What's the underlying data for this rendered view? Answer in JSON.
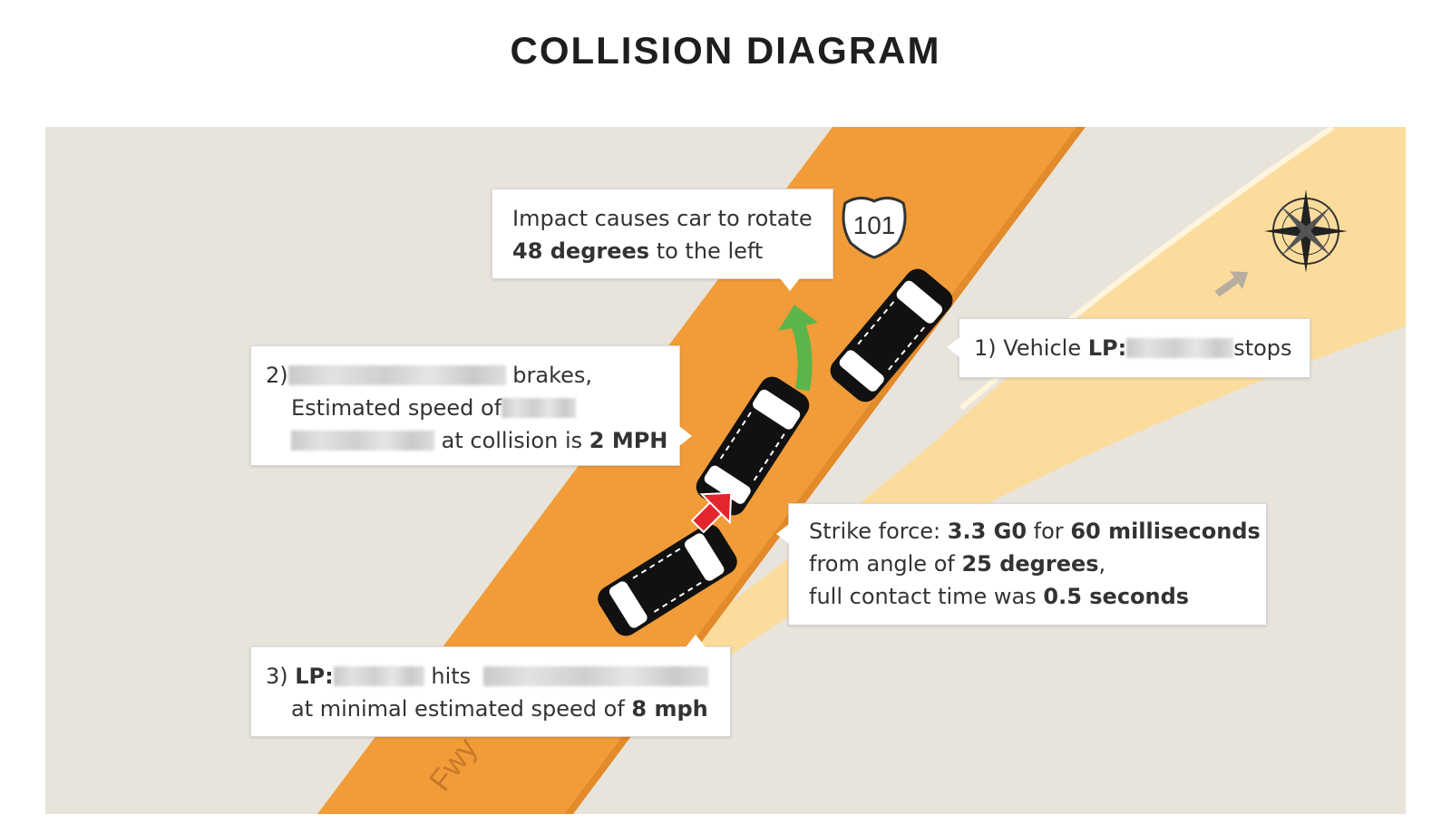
{
  "title": "COLLISION DIAGRAM",
  "map": {
    "highway_shield": "101",
    "road_label": "Fwy",
    "compass": "compass-rose-icon",
    "colors": {
      "land": "#e8e4dc",
      "freeway": "#f19c38",
      "secondary_road": "#fbdc9c",
      "vehicle": "#111111",
      "impact_arrow": "#e3262f",
      "rotation_arrow": "#5cb54a"
    }
  },
  "callouts": {
    "rotate": {
      "line1": "Impact causes car to rotate",
      "bold": "48 degrees",
      "rest": " to the left"
    },
    "vehicle1": {
      "prefix": "1) Vehicle ",
      "lp": "LP:",
      "suffix": "stops"
    },
    "vehicle2": {
      "prefix": "2)",
      "brakes": " brakes,",
      "speed_prefix": "Estimated speed of",
      "collision_text": " at collision is ",
      "speed": "2 MPH"
    },
    "strike": {
      "prefix": "Strike force: ",
      "force": "3.3 G0",
      "for_text": " for ",
      "duration": "60 milliseconds",
      "angle_prefix": "from angle of ",
      "angle": "25 degrees",
      "comma": ",",
      "contact_prefix": "full contact time was ",
      "contact": "0.5 seconds"
    },
    "vehicle3": {
      "prefix": "3) ",
      "lp": "LP:",
      "hits": " hits",
      "speed_prefix": "at minimal estimated speed of ",
      "speed": "8 mph"
    }
  }
}
